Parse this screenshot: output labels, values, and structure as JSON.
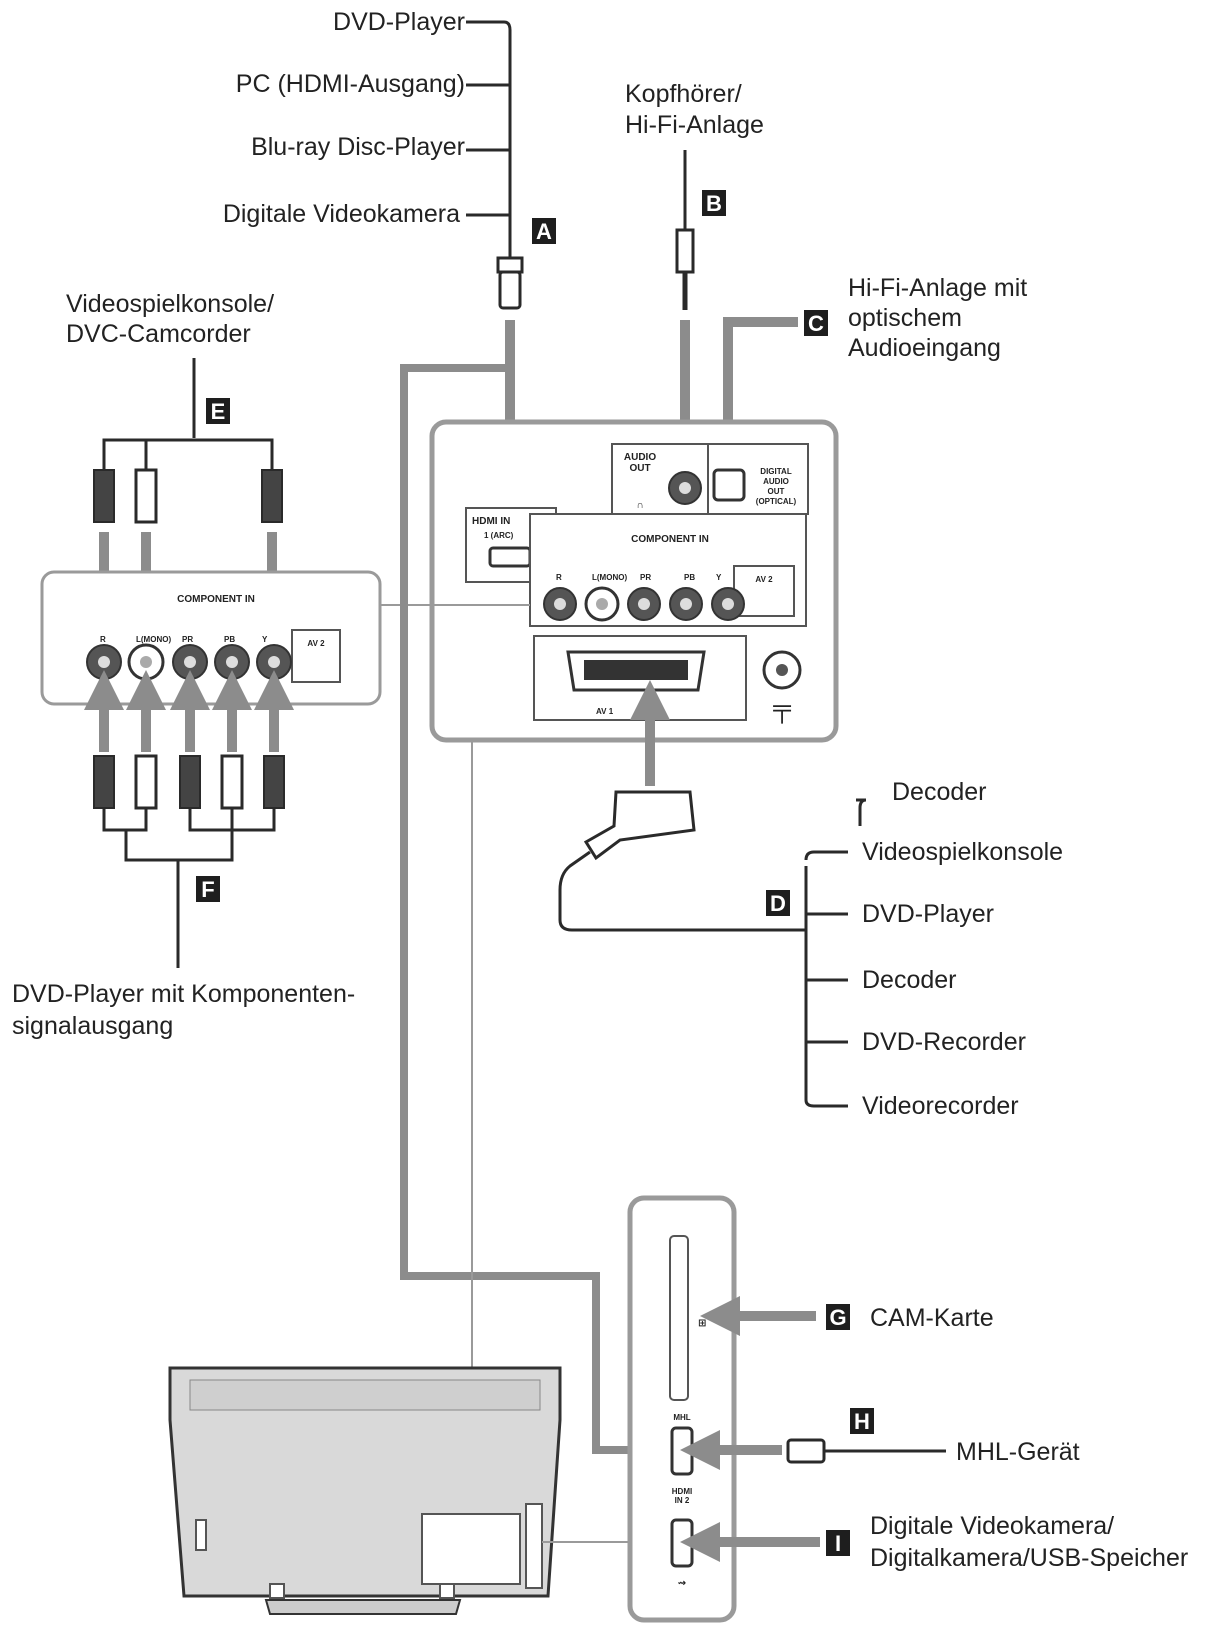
{
  "labels": {
    "dvd_player_top": "DVD-Player",
    "pc_hdmi": "PC (HDMI-Ausgang)",
    "bluray": "Blu-ray Disc-Player",
    "digital_video_cam": "Digitale Videokamera",
    "headphones_1": "Kopfhörer/",
    "headphones_2": "Hi-Fi-Anlage",
    "hifi_optical_1": "Hi-Fi-Anlage mit",
    "hifi_optical_2": "optischem",
    "hifi_optical_3": "Audioeingang",
    "game_console_1": "Videospielkonsole/",
    "game_console_2": "DVC-Camcorder",
    "dvd_component_1": "DVD-Player mit Komponenten-",
    "dvd_component_2": "signalausgang",
    "scart_decoder": "Decoder",
    "scart_game": "Videospielkonsole",
    "scart_dvd": "DVD-Player",
    "scart_decoder2": "Decoder",
    "scart_dvd_rec": "DVD-Recorder",
    "scart_vcr": "Videorecorder",
    "cam_card": "CAM-Karte",
    "mhl_device": "MHL-Gerät",
    "usb_1": "Digitale Videokamera/",
    "usb_2": "Digitalkamera/USB-Speicher"
  },
  "badges": {
    "a": "A",
    "b": "B",
    "c": "C",
    "d": "D",
    "e": "E",
    "f": "F",
    "g": "G",
    "h": "H",
    "i": "I"
  },
  "panel": {
    "audio_out_1": "AUDIO",
    "audio_out_2": "OUT",
    "digital_audio_1": "DIGITAL",
    "digital_audio_2": "AUDIO",
    "digital_audio_3": "OUT",
    "digital_audio_4": "(OPTICAL)",
    "hdmi_in": "HDMI IN",
    "hdmi_1_arc": "1   (ARC)",
    "component_in": "COMPONENT IN",
    "av2": "AV 2",
    "av1": "AV 1",
    "jack_r": "R",
    "jack_l": "L(MONO)",
    "jack_pr": "PR",
    "jack_pb": "PB",
    "jack_y": "Y",
    "mhl": "MHL",
    "hdmi_in2_1": "HDMI",
    "hdmi_in2_2": "IN 2"
  },
  "colors": {
    "line": "#2a2a2a",
    "arrow": "#8c8c8c",
    "panel": "#9a9a9a",
    "badge": "#1e1e1e"
  }
}
